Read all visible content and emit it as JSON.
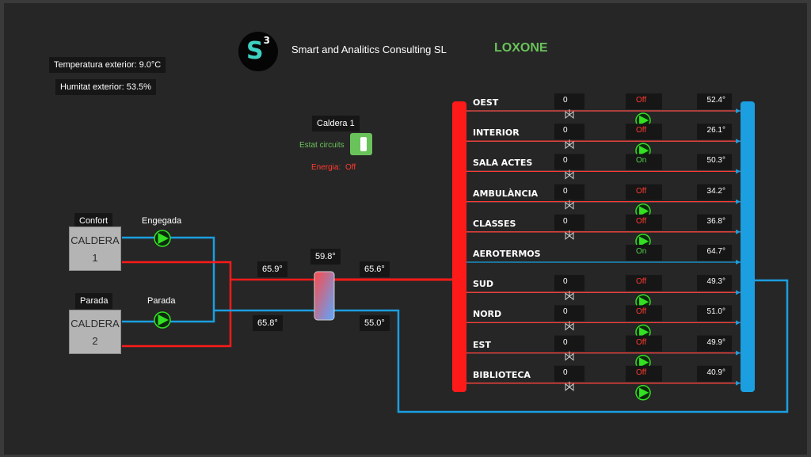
{
  "colors": {
    "background": "#3a3a3a",
    "hot": "#ff1a1a",
    "cold": "#1b9fe0",
    "on": "#54d14a",
    "off": "#ff3b30",
    "pump": "#33e022"
  },
  "header": {
    "logo_main": "S",
    "logo_sup": "3",
    "company": "Smart and Analitics Consulting SL",
    "brand": "LOXONE"
  },
  "weather": {
    "temperature": "Temperatura exterior:  9.0°C",
    "humidity": "Humitat exterior:  53.5%"
  },
  "caldera_panel": {
    "title": "Caldera 1",
    "circuits_label": "Estat circuits",
    "energy_label": "Energia:",
    "energy_state": "Off"
  },
  "boilers": [
    {
      "mode": "Confort",
      "name_line1": "CALDERA",
      "name_line2": "1",
      "pump_label": "Engegada"
    },
    {
      "mode": "Parada",
      "name_line1": "CALDERA",
      "name_line2": "2",
      "pump_label": "Parada"
    }
  ],
  "temps": {
    "supply_left": "65.9°",
    "return_left": "65.8°",
    "exchanger": "59.8°",
    "supply_right": "65.6°",
    "return_right": "55.0°"
  },
  "circuits": [
    {
      "name": "OEST",
      "valve": "0",
      "pump": "Off",
      "temp": "52.4°",
      "has_valve": true,
      "has_pump": true
    },
    {
      "name": "INTERIOR",
      "valve": "0",
      "pump": "Off",
      "temp": "26.1°",
      "has_valve": true,
      "has_pump": true
    },
    {
      "name": "SALA ACTES",
      "valve": "0",
      "pump": "On",
      "temp": "50.3°",
      "has_valve": true,
      "has_pump": false
    },
    {
      "name": "AMBULÀNCIA",
      "valve": "0",
      "pump": "Off",
      "temp": "34.2°",
      "has_valve": true,
      "has_pump": true
    },
    {
      "name": "CLASSES",
      "valve": "0",
      "pump": "Off",
      "temp": "36.8°",
      "has_valve": true,
      "has_pump": true
    },
    {
      "name": "AEROTERMOS",
      "valve": "",
      "pump": "On",
      "temp": "64.7°",
      "has_valve": false,
      "has_pump": false
    },
    {
      "name": "SUD",
      "valve": "0",
      "pump": "Off",
      "temp": "49.3°",
      "has_valve": true,
      "has_pump": true
    },
    {
      "name": "NORD",
      "valve": "0",
      "pump": "Off",
      "temp": "51.0°",
      "has_valve": true,
      "has_pump": true
    },
    {
      "name": "EST",
      "valve": "0",
      "pump": "Off",
      "temp": "49.9°",
      "has_valve": true,
      "has_pump": true
    },
    {
      "name": "BIBLIOTECA",
      "valve": "0",
      "pump": "Off",
      "temp": "40.9°",
      "has_valve": true,
      "has_pump": true
    }
  ]
}
